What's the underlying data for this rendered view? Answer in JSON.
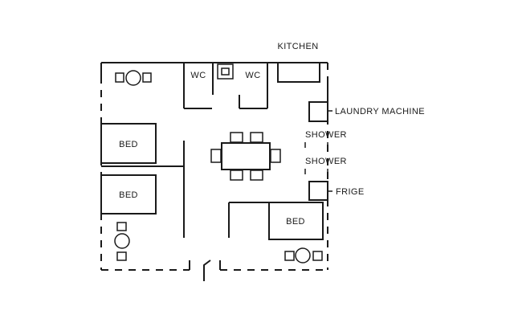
{
  "labels": {
    "kitchen": "KITCHEN",
    "wc_left": "WC",
    "wc_right": "WC",
    "laundry": "LAUNDRY MACHINE",
    "shower_1": "SHOWER",
    "shower_2": "SHOWER",
    "frige": "FRIGE",
    "bed_1": "BED",
    "bed_2": "BED",
    "bed_3": "BED"
  }
}
